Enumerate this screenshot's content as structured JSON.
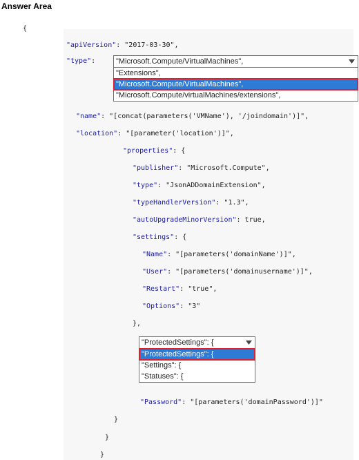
{
  "title": "Answer Area",
  "code": {
    "open_brace": "{",
    "apiVersion_key": "\"apiVersion\"",
    "apiVersion_val": ": \"2017-03-30\",",
    "type_key": "\"type\"",
    "type_colon": ":",
    "name_key": "\"name\"",
    "name_val": ": \"[concat(parameters('VMName'), '/joindomain')]\",",
    "location_key": "\"location\"",
    "location_val": ": \"[parameter('location')]\",",
    "properties_key": "\"properties\"",
    "properties_val": ": {",
    "publisher_key": "\"publisher\"",
    "publisher_val": ": \"Microsoft.Compute\",",
    "ptype_key": "\"type\"",
    "ptype_val": ": \"JsonADDomainExtension\",",
    "thv_key": "\"typeHandlerVersion\"",
    "thv_val": ": \"1.3\",",
    "aumv_key": "\"autoUpgradeMinorVersion\"",
    "aumv_val": ": true,",
    "settings_key": "\"settings\"",
    "settings_val": ": {",
    "name2_key": "\"Name\"",
    "name2_val": ": \"[parameters('domainName')]\",",
    "user_key": "\"User\"",
    "user_val": ": \"[parameters('domainusername')]\",",
    "restart_key": "\"Restart\"",
    "restart_val": ": \"true\",",
    "options_key": "\"Options\"",
    "options_val": ": \"3\"",
    "close_settings": "},",
    "password_key": "\"Password\"",
    "password_val": ": \"[parameters('domainPassword')]\"",
    "close1": "}",
    "close2": "}",
    "close3": "}"
  },
  "dropdown_type": {
    "selected": "\"Microsoft.Compute/VirtualMachines\",",
    "options": [
      "\"Extensions\",",
      "\"Microsoft.Compute/VirtualMachines\",",
      "\"Microsoft.Compute/virtualMachines/extensions\","
    ],
    "highlight_index": 1
  },
  "dropdown_settings": {
    "selected": "\"ProtectedSettings\": {",
    "options": [
      "\"ProtectedSettings\": {",
      "\"Settings\": {",
      "\"Statuses\": {"
    ],
    "highlight_index": 0
  },
  "colors": {
    "key": "#1a1aa6",
    "highlight": "#2e7bd6",
    "outline": "#e0202a"
  }
}
